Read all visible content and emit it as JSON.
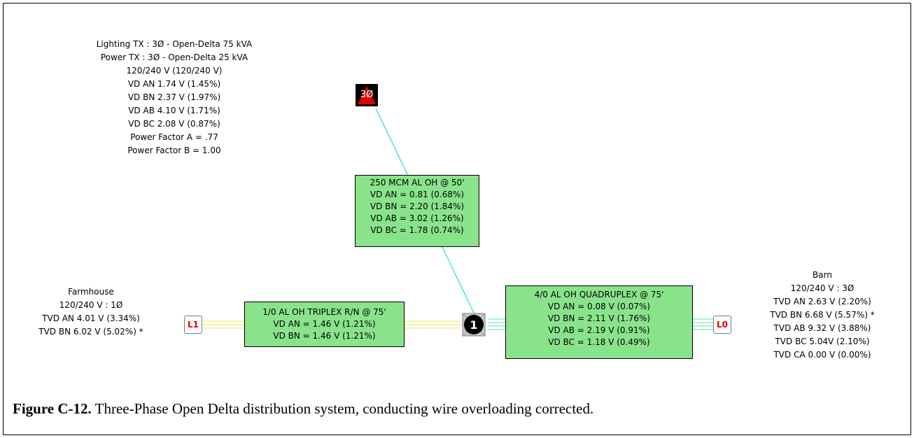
{
  "source_info": {
    "lines": [
      "Lighting TX : 3Ø - Open-Delta 75 kVA",
      "Power TX : 3Ø - Open-Delta 25 kVA",
      "120/240 V (120/240 V)",
      "VD AN 1.74 V (1.45%)",
      "VD BN 2.37 V (1.97%)",
      "VD AB 4.10 V (1.71%)",
      "VD BC 2.08 V (0.87%)",
      "Power Factor A = .77",
      "Power Factor B = 1.00"
    ]
  },
  "transformer": {
    "label": "3Ø",
    "icon": "transformer-icon",
    "color": "#e00000"
  },
  "service_wire": {
    "lines": [
      "250 MCM AL OH @ 50'",
      "VD AN = 0.81 (0.68%)",
      "VD BN = 2.20 (1.84%)",
      "VD AB = 3.02 (1.26%)",
      "VD BC = 1.78 (0.74%)"
    ]
  },
  "node": {
    "label": "1"
  },
  "triplex_wire": {
    "lines": [
      "1/0 AL OH TRIPLEX R/N @ 75'",
      "VD AN = 1.46 V (1.21%)",
      "VD BN = 1.46 V (1.21%)"
    ]
  },
  "quadruplex_wire": {
    "lines": [
      "4/0 AL OH QUADRUPLEX @ 75'",
      "VD AN = 0.08 V (0.07%)",
      "VD BN = 2.11 V (1.76%)",
      "VD AB = 2.19 V (0.91%)",
      "VD BC = 1.18 V (0.49%)"
    ]
  },
  "load_l1": {
    "tag": "L1",
    "lines": [
      "Farmhouse",
      "120/240 V : 1Ø",
      "TVD AN 4.01 V (3.34%)",
      "TVD BN 6.02 V (5.02%) *"
    ]
  },
  "load_l0": {
    "tag": "L0",
    "lines": [
      "Barn",
      "120/240 V : 3Ø",
      "TVD AN 2.63 V (2.20%)",
      "TVD BN 6.68 V (5.57%) *",
      "TVD AB 9.32 V (3.88%)",
      "TVD BC 5.04V  (2.10%)",
      "TVD CA 0.00 V (0.00%)"
    ]
  },
  "colors": {
    "wire_box": "#89e38b",
    "service_line": "#4fe0e0",
    "triplex_line": "#e8e84a",
    "quad_line": "#5fe0b0",
    "load_tag": "#e00000"
  },
  "caption": {
    "label": "Figure C-12.",
    "text": " Three-Phase Open Delta distribution system, conducting wire overloading corrected."
  }
}
